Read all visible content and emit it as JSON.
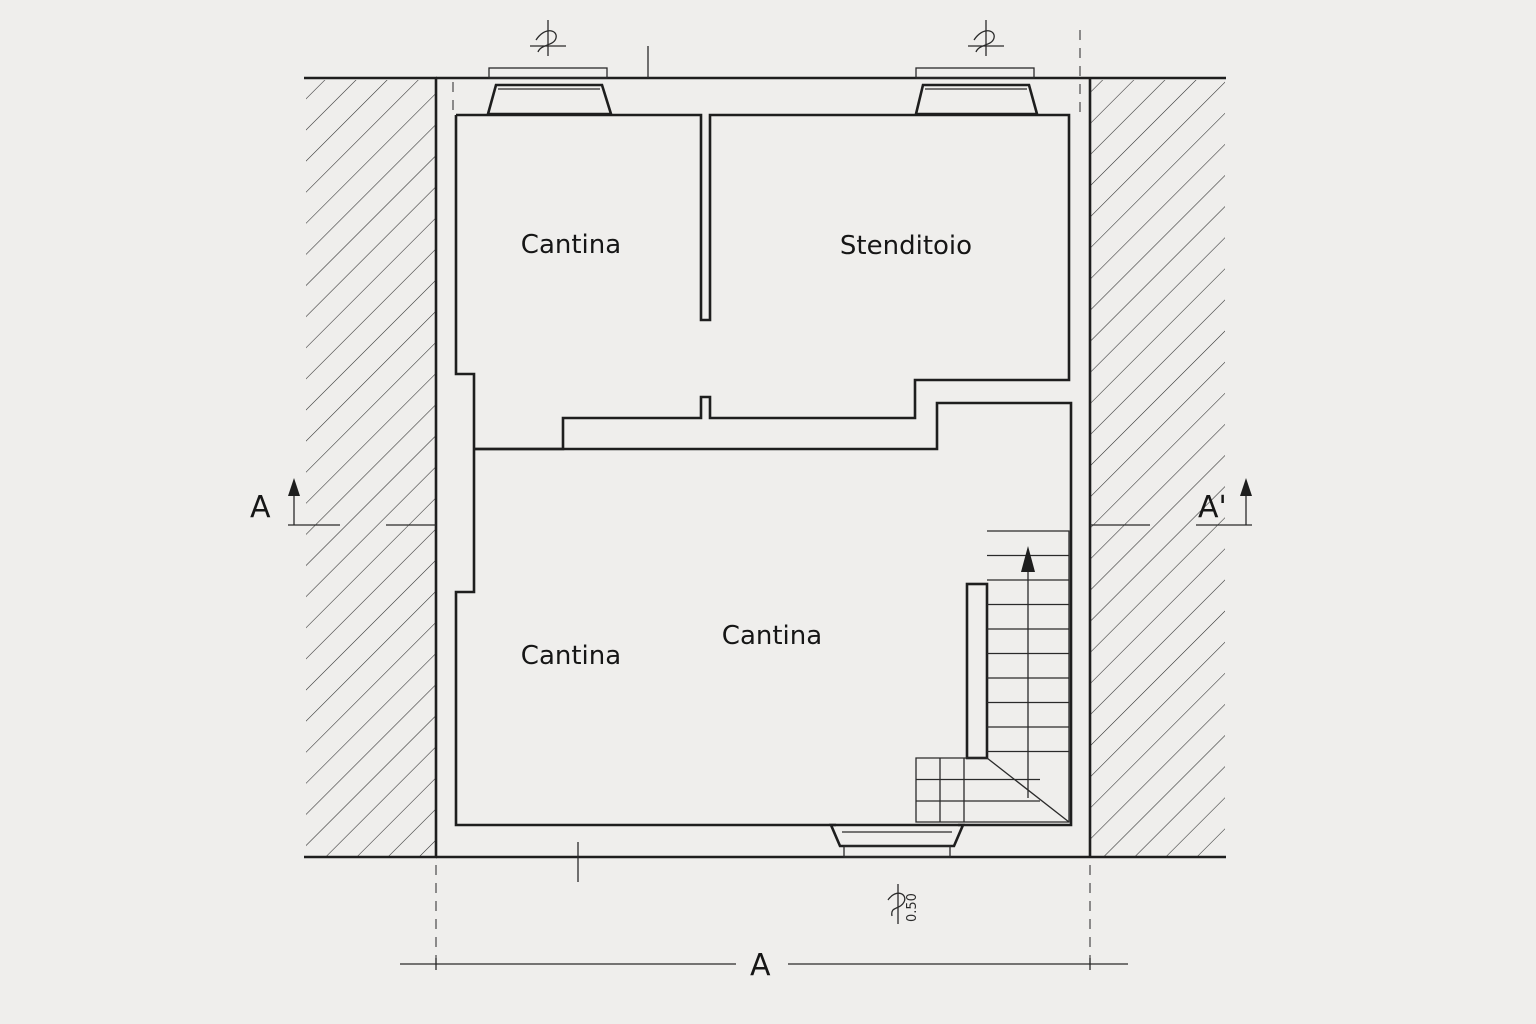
{
  "rooms": [
    {
      "label": "Cantina"
    },
    {
      "label": "Stenditoio"
    },
    {
      "label": "Cantina"
    },
    {
      "label": "Cantina"
    }
  ],
  "section": {
    "left_label": "A",
    "right_label": "A'",
    "bottom_label": "A"
  },
  "dimensions": {
    "window_note": "0.50"
  },
  "colors": {
    "paper": "#efeeec",
    "ink": "#1e1e1e"
  }
}
